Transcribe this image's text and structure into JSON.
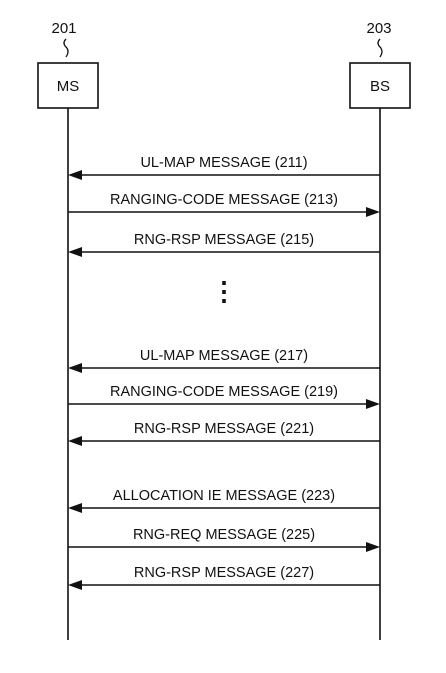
{
  "participants": [
    {
      "id": "ms",
      "ref": "201",
      "label": "MS"
    },
    {
      "id": "bs",
      "ref": "203",
      "label": "BS"
    }
  ],
  "messages": [
    {
      "label": "UL-MAP MESSAGE (211)",
      "direction": "left"
    },
    {
      "label": "RANGING-CODE MESSAGE (213)",
      "direction": "right"
    },
    {
      "label": "RNG-RSP MESSAGE (215)",
      "direction": "left"
    },
    {
      "label": "UL-MAP MESSAGE (217)",
      "direction": "left"
    },
    {
      "label": "RANGING-CODE MESSAGE (219)",
      "direction": "right"
    },
    {
      "label": "RNG-RSP MESSAGE (221)",
      "direction": "left"
    },
    {
      "label": "ALLOCATION IE MESSAGE (223)",
      "direction": "left"
    },
    {
      "label": "RNG-REQ MESSAGE (225)",
      "direction": "right"
    },
    {
      "label": "RNG-RSP MESSAGE (227)",
      "direction": "left"
    }
  ],
  "ellipsis": "⋮"
}
